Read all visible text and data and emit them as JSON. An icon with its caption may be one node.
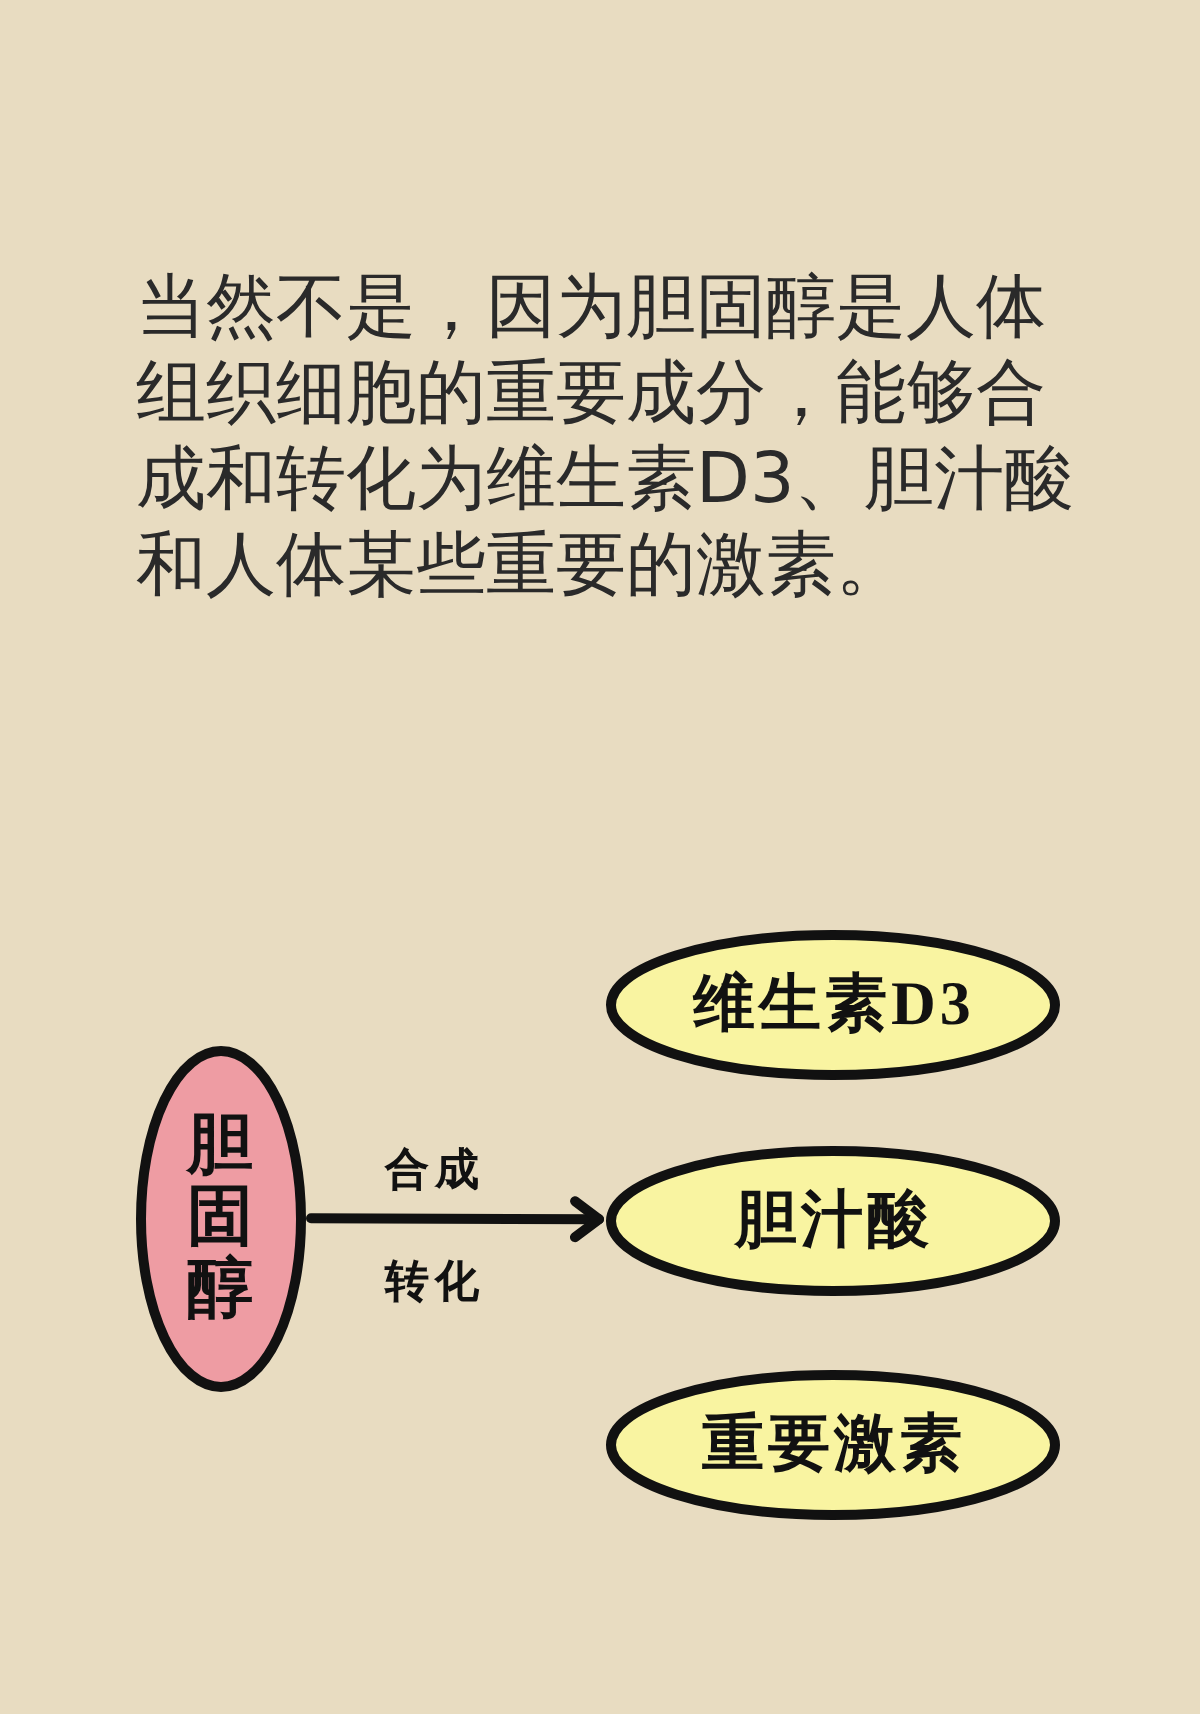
{
  "diagram": {
    "nodes": [
      {
        "text": [
          "胆固醇"
        ]
      },
      {
        "text": [
          "维生素D3"
        ]
      },
      {
        "text": [
          "胆汁酸"
        ]
      },
      {
        "text": [
          "重要激素"
        ]
      }
    ],
    "edges": [
      {
        "from": 0,
        "to": 2,
        "arrow": "to"
      }
    ],
    "labels": [
      "当然不是，因为胆固醇是人体组织细胞的重要成分，能够合成和转化为维生素D3、胆汁酸和人体某些重要的激素。",
      "合成",
      "转化"
    ]
  }
}
